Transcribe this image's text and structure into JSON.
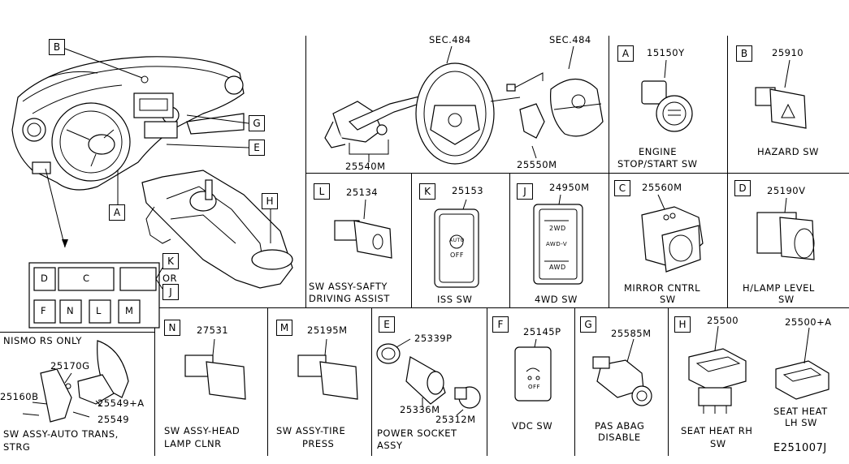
{
  "overview": {
    "callouts": {
      "b": "B",
      "g": "G",
      "e": "E",
      "a": "A",
      "h": "H"
    },
    "panel": {
      "d": "D",
      "c": "C",
      "k": "K",
      "or": "OR",
      "j": "J",
      "f": "F",
      "n": "N",
      "l": "L",
      "m": "M"
    }
  },
  "steering": {
    "sec1": "SEC.484",
    "sec2": "SEC.484",
    "pn_switch": "25540M",
    "pn_clock": "25550M"
  },
  "cells": {
    "A": {
      "letter": "A",
      "pn": "15150Y",
      "caption": [
        "ENGINE",
        "STOP/START SW"
      ]
    },
    "B": {
      "letter": "B",
      "pn": "25910",
      "caption": [
        "HAZARD SW"
      ]
    },
    "L": {
      "letter": "L",
      "pn": "25134",
      "caption": [
        "SW ASSY-SAFTY",
        "DRIVING ASSIST"
      ]
    },
    "K": {
      "letter": "K",
      "pn": "25153",
      "caption": [
        "ISS SW"
      ],
      "label1": "AUTO",
      "label2": "OFF"
    },
    "J": {
      "letter": "J",
      "pn": "24950M",
      "caption": [
        "4WD SW"
      ],
      "label1": "2WD",
      "label2": "AWD-V",
      "label3": "AWD"
    },
    "C": {
      "letter": "C",
      "pn": "25560M",
      "caption": [
        "MIRROR CNTRL",
        "SW"
      ]
    },
    "D": {
      "letter": "D",
      "pn": "25190V",
      "caption": [
        "H/LAMP LEVEL",
        "SW"
      ]
    },
    "N": {
      "letter": "N",
      "pn": "27531",
      "caption": [
        "SW ASSY-HEAD",
        "LAMP CLNR"
      ]
    },
    "M": {
      "letter": "M",
      "pn": "25195M",
      "caption": [
        "SW ASSY-TIRE",
        "PRESS"
      ]
    },
    "E": {
      "letter": "E",
      "pn1": "25339P",
      "pn2": "25336M",
      "pn3": "25312M",
      "caption": [
        "POWER SOCKET",
        "ASSY"
      ]
    },
    "F": {
      "letter": "F",
      "pn": "25145P",
      "caption": [
        "VDC SW"
      ],
      "label": "OFF"
    },
    "G": {
      "letter": "G",
      "pn": "25585M",
      "caption": [
        "PAS ABAG",
        "DISABLE"
      ]
    },
    "H": {
      "letter": "H",
      "pn1": "25500",
      "pn2": "25500+A",
      "caption1": [
        "SEAT HEAT RH",
        "SW"
      ],
      "caption2": [
        "SEAT HEAT",
        "LH SW"
      ]
    }
  },
  "nismo": {
    "title": "NISMO RS ONLY",
    "pn1": "25170G",
    "pn2": "25160B",
    "pn3": "25549+A",
    "pn4": "25549",
    "caption": [
      "SW ASSY-AUTO TRANS,",
      "STRG"
    ]
  },
  "diagram_id": "E251007J"
}
